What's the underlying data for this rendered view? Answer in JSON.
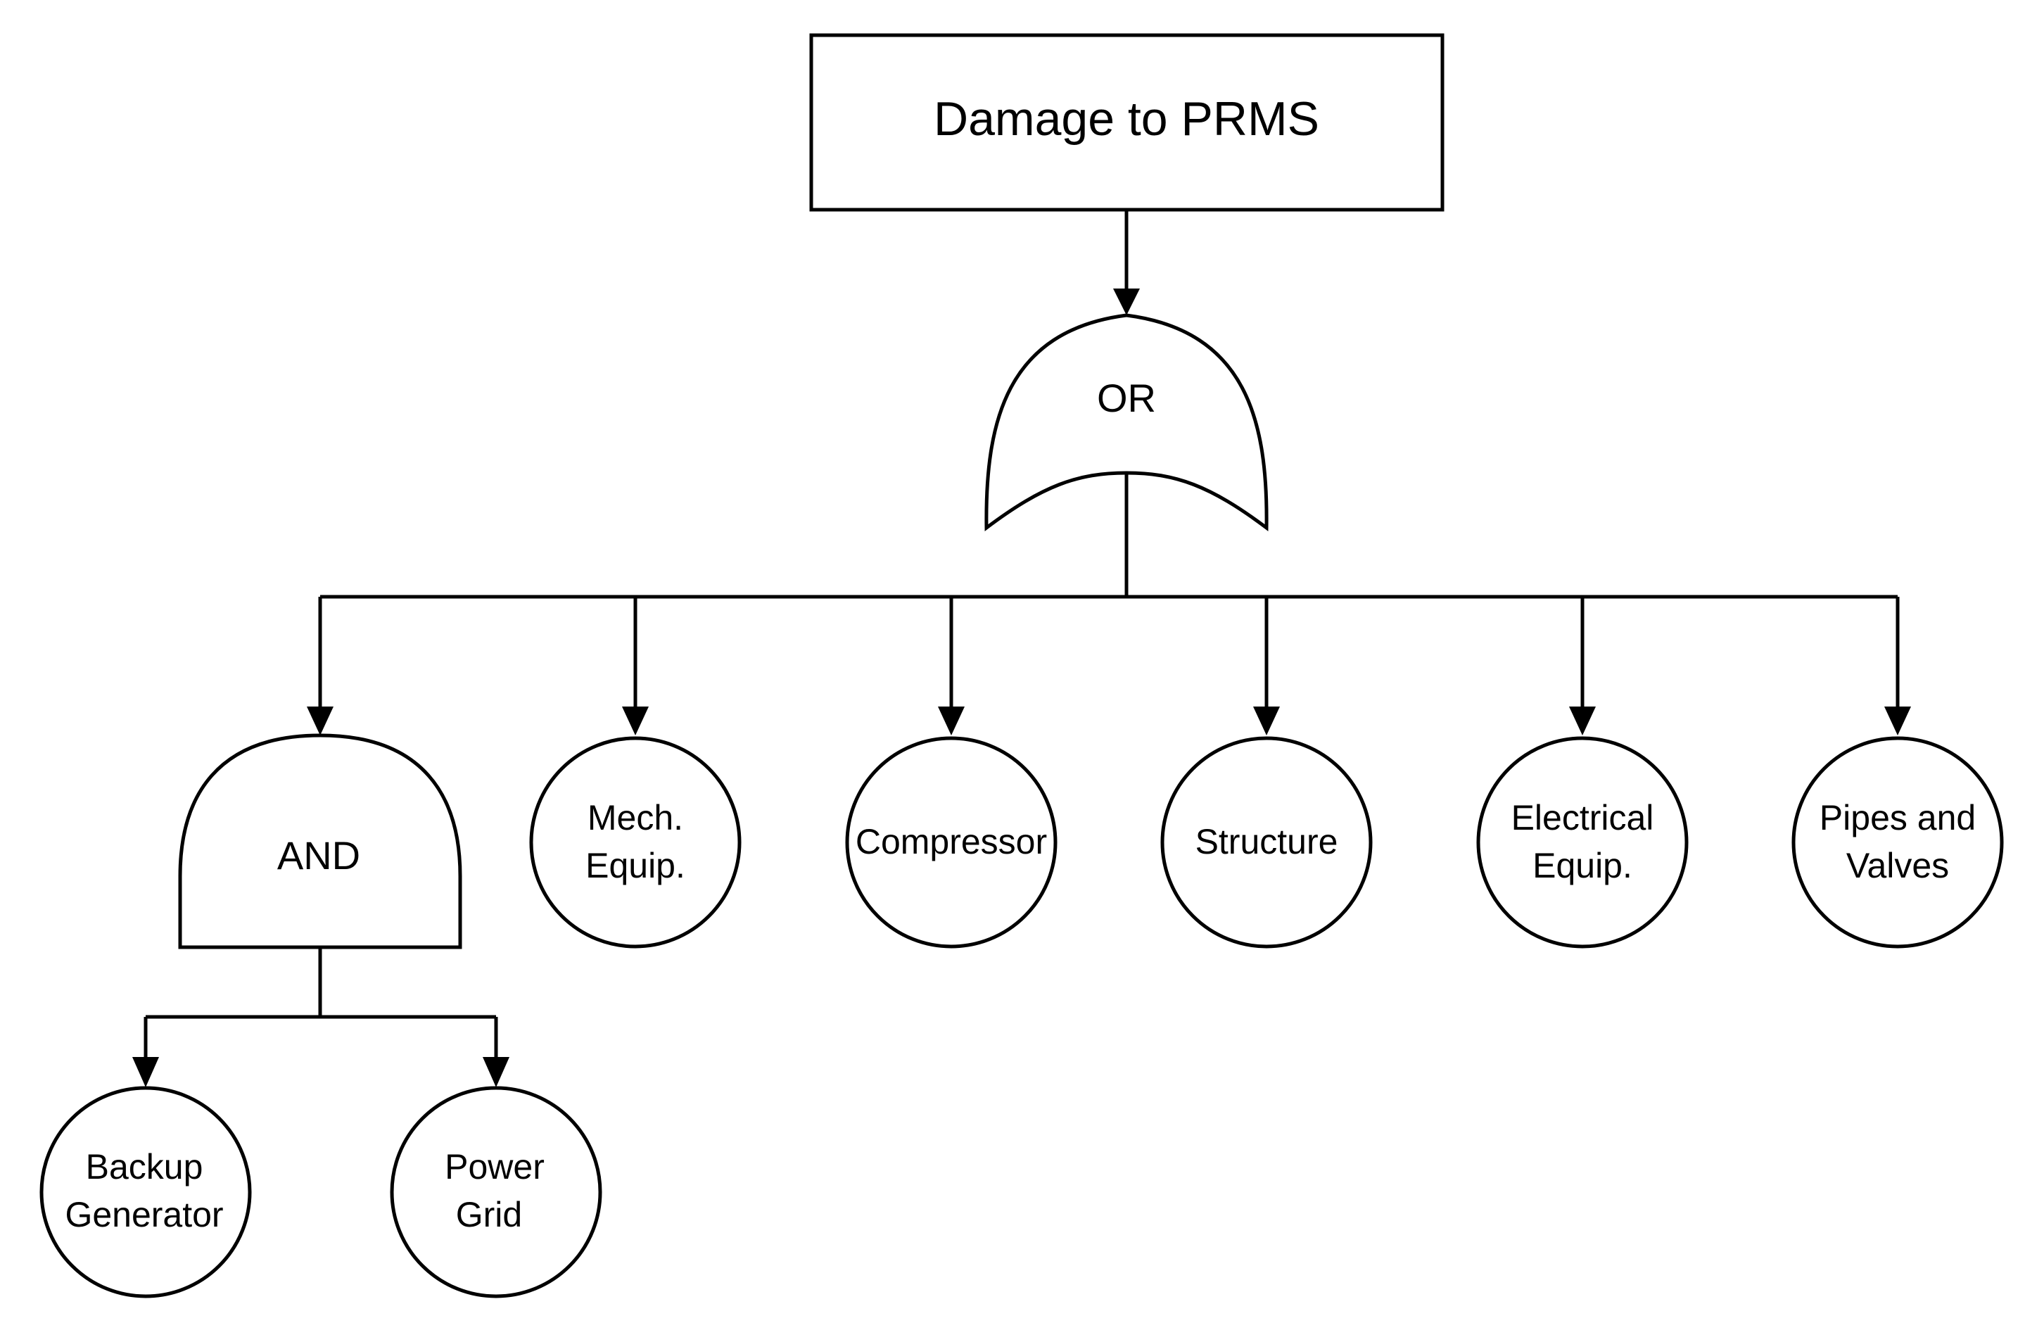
{
  "diagram": {
    "top_event": "Damage to PRMS",
    "or_gate": "OR",
    "and_gate": "AND",
    "events": {
      "mech": [
        "Mech.",
        "Equip."
      ],
      "compressor": [
        "Compressor"
      ],
      "structure": [
        "Structure"
      ],
      "electrical": [
        "Electrical",
        "Equip."
      ],
      "pipes": [
        "Pipes and",
        "Valves"
      ],
      "backup": [
        "Backup",
        "Generator"
      ],
      "grid": [
        "Power",
        "Grid"
      ]
    }
  }
}
